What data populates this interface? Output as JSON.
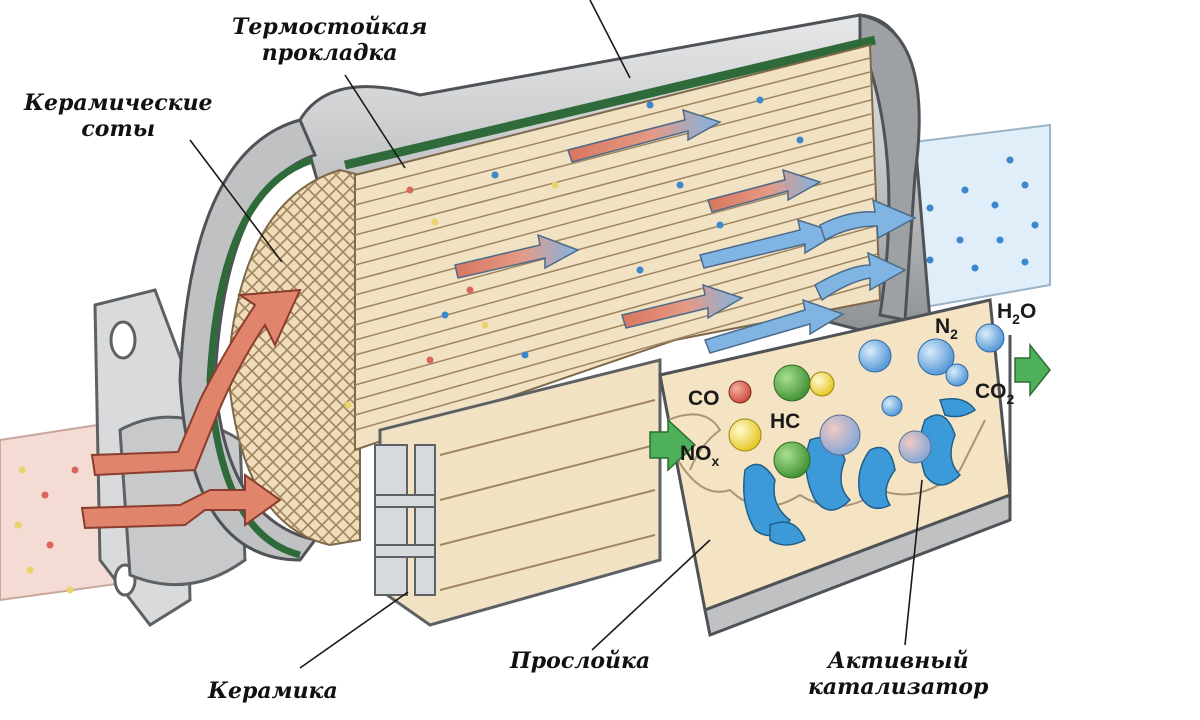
{
  "labels": {
    "gasket": [
      "Термостойкая",
      "прокладка"
    ],
    "honeycomb": [
      "Керамические",
      "соты"
    ],
    "ceramic": "Керамика",
    "washcoat": "Прослойка",
    "catalyst": [
      "Активный",
      "катализатор"
    ]
  },
  "chemistry": {
    "co": "CO",
    "nox_base": "NO",
    "nox_sub": "x",
    "hc": "HC",
    "n2_base": "N",
    "n2_sub": "2",
    "h2o_h": "H",
    "h2o_sub": "2",
    "h2o_o": "O",
    "co2_base": "CO",
    "co2_sub": "2"
  },
  "colors": {
    "shell": "#c9cbcd",
    "shell_dark": "#8e9194",
    "honeycomb": "#efdcb8",
    "honeycomb_line": "#b9a27a",
    "gasket": "#2f6b3a",
    "hot_flow": "#e0846c",
    "clean_flow": "#7fb4e3",
    "pipe_in": "#f4dcd4",
    "pipe_out": "#dfeef8",
    "catalyst_blue": "#3d9ad8",
    "green_arrow": "#4fb05a"
  },
  "icons": [
    "flow-arrow-icon",
    "molecule-icon",
    "green-arrow-icon"
  ]
}
